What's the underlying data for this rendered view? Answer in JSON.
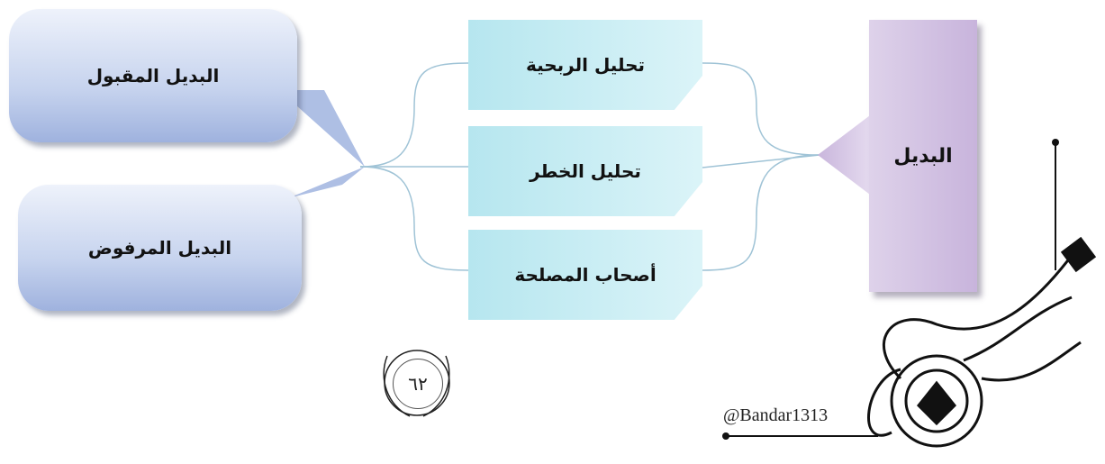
{
  "diagram": {
    "main_label": "البديل",
    "middle_items": [
      {
        "label": "تحليل الربحية"
      },
      {
        "label": "تحليل الخطر"
      },
      {
        "label": "أصحاب المصلحة"
      }
    ],
    "outcomes": [
      {
        "label": "البديل المقبول"
      },
      {
        "label": "البديل المرفوض"
      }
    ],
    "page_number": "٦٢",
    "handle": "@Bandar1313"
  },
  "colors": {
    "bubble_fill": "#c6d3ee",
    "card_fill": "#b6e6ef",
    "main_fill": "#c8b4dc",
    "connector": "#9fc3d6"
  }
}
